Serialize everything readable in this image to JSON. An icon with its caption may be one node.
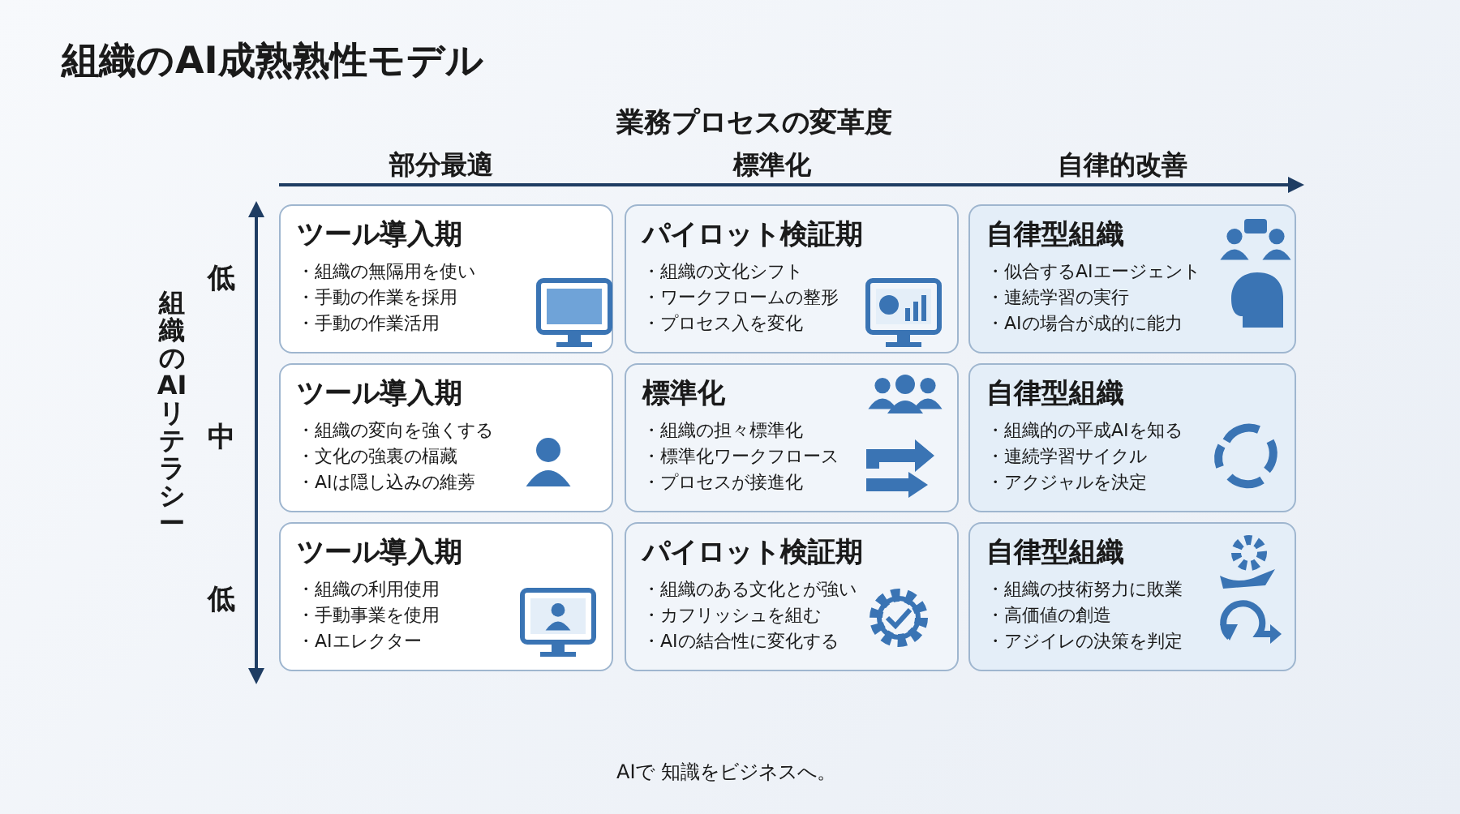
{
  "diagram": {
    "title": "組織のAI成熟熟性モデル",
    "nodes": [
      {
        "text": [
          "ツール導入期",
          "・組織の無隔用を使い",
          "・手動の作業を採用",
          "・手動の作業活用"
        ]
      },
      {
        "text": [
          "パイロット検証期",
          "・組織の文化シフト",
          "・ワークフロームの整形",
          "・プロセス入を変化"
        ]
      },
      {
        "text": [
          "自律型組織",
          "・似合するAIエージェント",
          "・連続学習の実行",
          "・AIの場合が成的に能力"
        ]
      },
      {
        "text": [
          "ツール導入期",
          "・組織の変向を強くする",
          "・文化の強裏の楅藏",
          "・AIは隠し込みの維蒡"
        ]
      },
      {
        "text": [
          "標準化",
          "・組織の担々標準化",
          "・標準化ワークフロース",
          "・プロセスが接進化"
        ]
      },
      {
        "text": [
          "自律型組織",
          "・組織的の平成AIを知る",
          "・連続学習サイクル",
          "・アクジャルを決定"
        ]
      },
      {
        "text": [
          "ツール導入期",
          "・組織の利用使用",
          "・手動事業を使用",
          "・AIエレクター"
        ]
      },
      {
        "text": [
          "パイロット検証期",
          "・組織のある文化とが強い",
          "・カフリッシュを組む",
          "・AIの結合性に変化する"
        ]
      },
      {
        "text": [
          "自律型組織",
          "・組織の技術努力に敗業",
          "・高価値の創造",
          "・アジイレの決策を判定"
        ]
      }
    ],
    "labels": [
      "業務プロセスの変革度",
      "部分最適",
      "標準化",
      "自律的改善",
      "組織のAIリテラシー",
      "低",
      "中",
      "低",
      "AIで 知識をビジネスへ。"
    ]
  }
}
